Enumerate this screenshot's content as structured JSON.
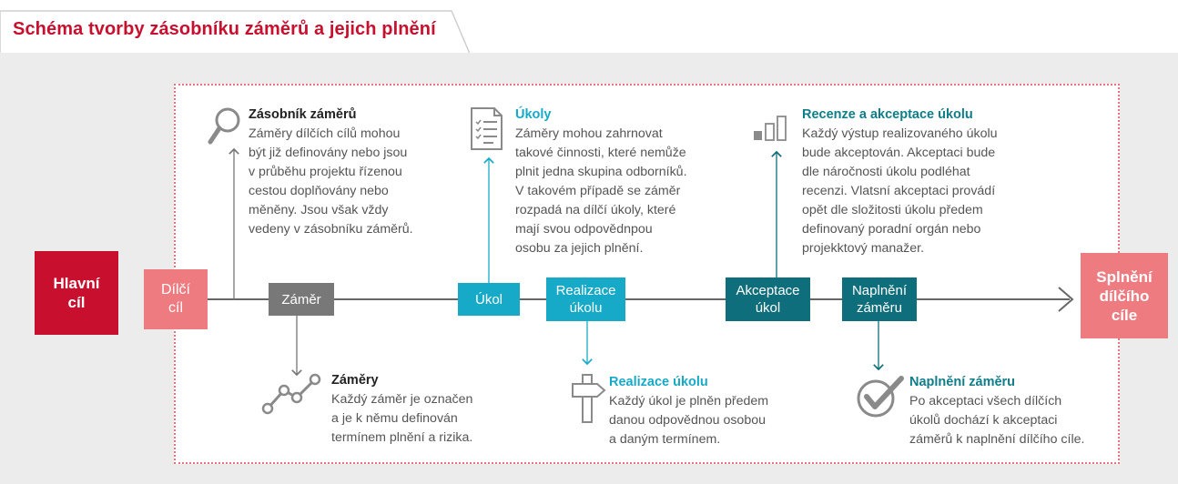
{
  "title": "Schéma tvorby zásobníku záměrů a jejich plnění",
  "nodes": {
    "hlavni": [
      "Hlavní",
      "cíl"
    ],
    "dilci": [
      "Dílčí",
      "cíl"
    ],
    "zamer": "Záměr",
    "ukol": "Úkol",
    "realizace": [
      "Realizace",
      "úkolu"
    ],
    "akceptace": [
      "Akceptace",
      "úkol"
    ],
    "naplneni": [
      "Naplnění",
      "záměru"
    ],
    "splneni": [
      "Splnění",
      "dílčího",
      "cíle"
    ]
  },
  "blocks": {
    "zasobnik": {
      "heading": "Zásobník záměrů",
      "lines": [
        "Záměry dílčích cílů mohou",
        "být již definovány nebo jsou",
        "v průběhu projektu řízenou",
        "cestou doplňovány nebo",
        "měněny. Jsou však vždy",
        "vedeny v zásobníku záměrů."
      ]
    },
    "ukoly": {
      "heading": "Úkoly",
      "lines": [
        "Záměry mohou zahrnovat",
        "takové činnosti, které nemůže",
        "plnit jedna skupina odborníků.",
        "V takovém případě se záměr",
        "rozpadá na dílčí úkoly, které",
        "mají svou odpovědnpou",
        "osobu za jejich plnění."
      ]
    },
    "recenze": {
      "heading": "Recenze a akceptace úkolu",
      "lines": [
        "Každý výstup realizovaného úkolu",
        "bude akceptován. Akceptaci bude",
        "dle náročnosti úkolu podléhat",
        "recenzi. Vlatsní akceptaci provádí",
        "opět dle složitosti úkolu předem",
        "definovaný poradní orgán nebo",
        "projekktový manažer."
      ]
    },
    "zamery": {
      "heading": "Záměry",
      "lines": [
        "Každý záměr je označen",
        "a je k němu definován",
        "termínem plnění a rizika."
      ]
    },
    "realizace": {
      "heading": "Realizace úkolu",
      "lines": [
        "Každý úkol je plněn předem",
        "danou odpovědnou osobou",
        "a daným termínem."
      ]
    },
    "naplneni": {
      "heading": "Naplnění záměru",
      "lines": [
        "Po akceptaci všech dílčích",
        "úkolů dochází k akceptaci",
        "záměrů k naplnění dílčího cíle."
      ]
    }
  },
  "colors": {
    "title": "#c8102e",
    "primary_red": "#c8102e",
    "pink": "#ee7b80",
    "gray": "#787878",
    "cyan": "#16aac8",
    "teal": "#0f6e7c",
    "background": "#ececec"
  },
  "icons": [
    "magnifier-icon",
    "checklist-icon",
    "bar-chart-icon",
    "line-chart-icon",
    "signpost-icon",
    "checkmark-icon"
  ]
}
